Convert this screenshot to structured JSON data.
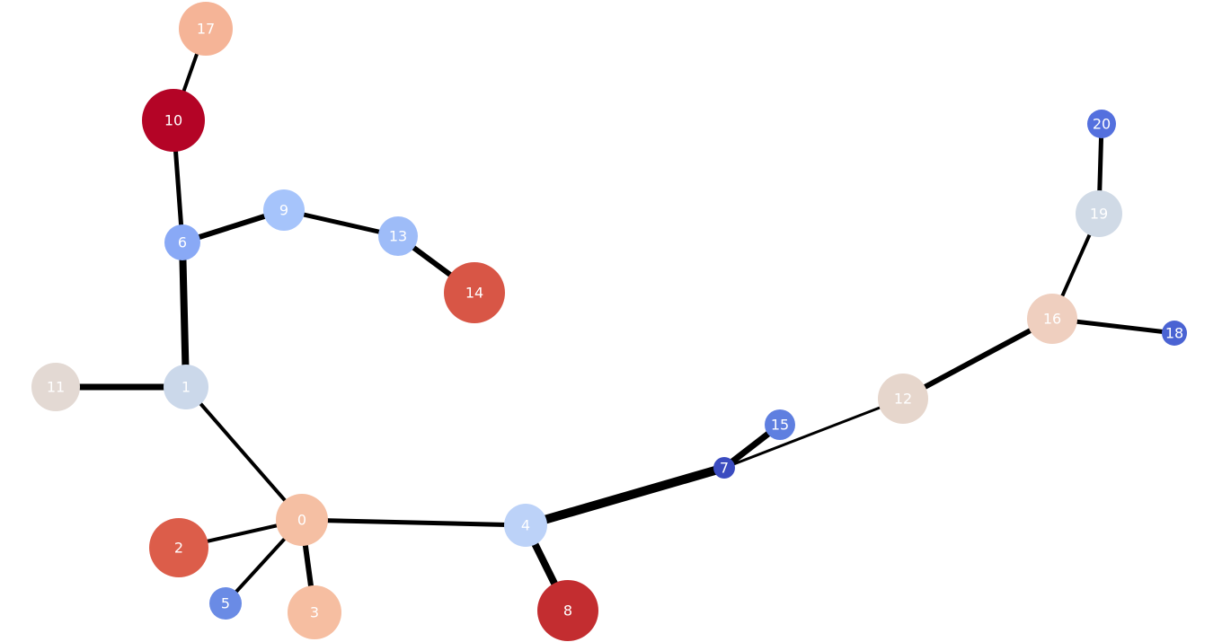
{
  "graph": {
    "nodes": [
      {
        "id": "0",
        "label": "0",
        "color": "#f5bfa3"
      },
      {
        "id": "1",
        "label": "1",
        "color": "#cbd8ea"
      },
      {
        "id": "2",
        "label": "2",
        "color": "#dc5d4a"
      },
      {
        "id": "3",
        "label": "3",
        "color": "#f6bea1"
      },
      {
        "id": "4",
        "label": "4",
        "color": "#bcd2f8"
      },
      {
        "id": "5",
        "label": "5",
        "color": "#6a8be5"
      },
      {
        "id": "6",
        "label": "6",
        "color": "#89a9f6"
      },
      {
        "id": "7",
        "label": "7",
        "color": "#3b4cc0"
      },
      {
        "id": "8",
        "label": "8",
        "color": "#c32d30"
      },
      {
        "id": "9",
        "label": "9",
        "color": "#a6c4fb"
      },
      {
        "id": "10",
        "label": "10",
        "color": "#b40426"
      },
      {
        "id": "11",
        "label": "11",
        "color": "#e3d9d3"
      },
      {
        "id": "12",
        "label": "12",
        "color": "#e6d6cc"
      },
      {
        "id": "13",
        "label": "13",
        "color": "#9ebcf8"
      },
      {
        "id": "14",
        "label": "14",
        "color": "#d85646"
      },
      {
        "id": "15",
        "label": "15",
        "color": "#5f7fe0"
      },
      {
        "id": "16",
        "label": "16",
        "color": "#efcfbf"
      },
      {
        "id": "17",
        "label": "17",
        "color": "#f5b497"
      },
      {
        "id": "18",
        "label": "18",
        "color": "#4a63d3"
      },
      {
        "id": "19",
        "label": "19",
        "color": "#d0dae6"
      },
      {
        "id": "20",
        "label": "20",
        "color": "#5470de"
      }
    ],
    "edges": [
      {
        "source": "17",
        "target": "10",
        "weight": 4
      },
      {
        "source": "10",
        "target": "6",
        "weight": 5
      },
      {
        "source": "6",
        "target": "9",
        "weight": 6
      },
      {
        "source": "9",
        "target": "13",
        "weight": 5
      },
      {
        "source": "13",
        "target": "14",
        "weight": 6
      },
      {
        "source": "6",
        "target": "1",
        "weight": 8
      },
      {
        "source": "11",
        "target": "1",
        "weight": 7
      },
      {
        "source": "1",
        "target": "0",
        "weight": 4
      },
      {
        "source": "0",
        "target": "2",
        "weight": 4
      },
      {
        "source": "0",
        "target": "5",
        "weight": 4
      },
      {
        "source": "0",
        "target": "3",
        "weight": 6
      },
      {
        "source": "0",
        "target": "4",
        "weight": 5
      },
      {
        "source": "4",
        "target": "8",
        "weight": 8
      },
      {
        "source": "4",
        "target": "7",
        "weight": 10
      },
      {
        "source": "7",
        "target": "15",
        "weight": 7
      },
      {
        "source": "7",
        "target": "12",
        "weight": 3
      },
      {
        "source": "12",
        "target": "16",
        "weight": 6
      },
      {
        "source": "16",
        "target": "18",
        "weight": 5
      },
      {
        "source": "16",
        "target": "19",
        "weight": 4
      },
      {
        "source": "19",
        "target": "20",
        "weight": 5
      }
    ]
  }
}
